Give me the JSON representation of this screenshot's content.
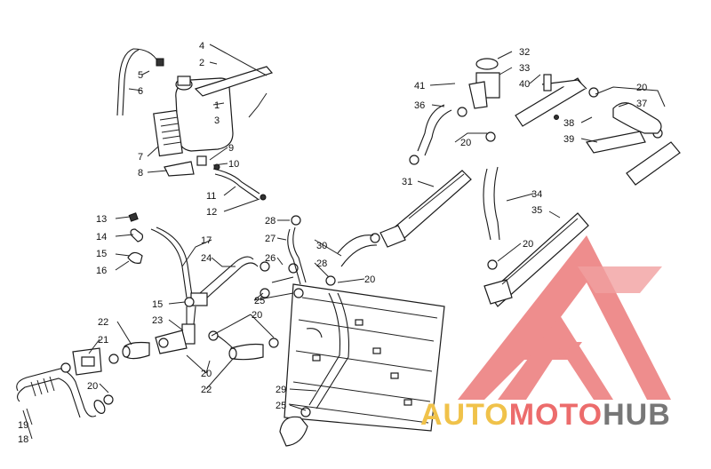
{
  "brand": {
    "word1": "AUTO",
    "word2": "MOTO",
    "word3": "HUB",
    "color_gold": "#f0c24a",
    "color_red": "#ec6c6c",
    "color_gray": "#777777"
  },
  "callouts": [
    "1",
    "2",
    "3",
    "4",
    "5",
    "6",
    "7",
    "8",
    "9",
    "10",
    "11",
    "12",
    "13",
    "14",
    "15",
    "16",
    "17",
    "18",
    "19",
    "20",
    "21",
    "22",
    "23",
    "24",
    "25",
    "26",
    "27",
    "28",
    "29",
    "30",
    "31",
    "32",
    "33",
    "34",
    "35",
    "36",
    "37",
    "38",
    "39",
    "40",
    "41"
  ]
}
